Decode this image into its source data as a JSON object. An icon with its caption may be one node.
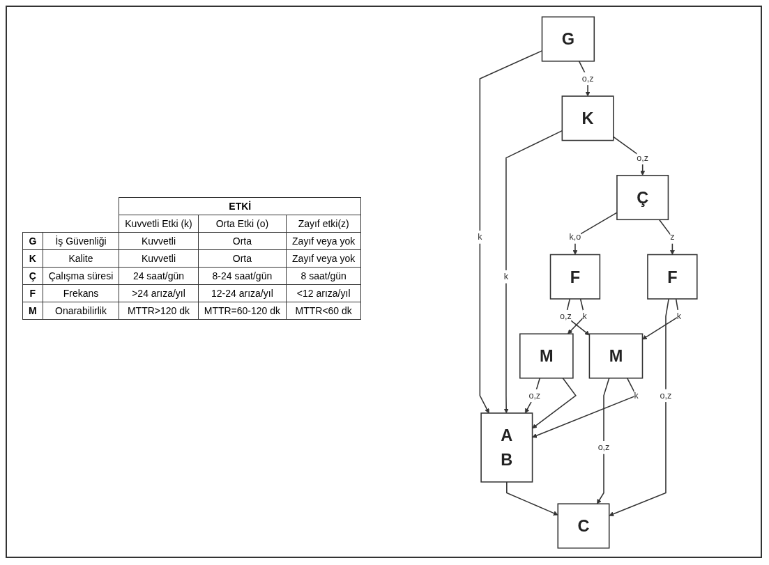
{
  "diagram": {
    "nodes": [
      {
        "text": [
          "G"
        ]
      },
      {
        "text": [
          "K"
        ]
      },
      {
        "text": [
          "Ç"
        ]
      },
      {
        "text": [
          "F"
        ]
      },
      {
        "text": [
          "F"
        ]
      },
      {
        "text": [
          "M"
        ]
      },
      {
        "text": [
          "M"
        ]
      },
      {
        "text": [
          "A",
          "B"
        ]
      },
      {
        "text": [
          "C"
        ]
      }
    ],
    "edges": [
      {
        "from": 0,
        "to": 7,
        "arrow": "to",
        "label": "k"
      },
      {
        "from": 0,
        "to": 1,
        "arrow": "to",
        "label": "o,z"
      },
      {
        "from": 1,
        "to": 7,
        "arrow": "to",
        "label": "k"
      },
      {
        "from": 1,
        "to": 2,
        "arrow": "to",
        "label": "o,z"
      },
      {
        "from": 2,
        "to": 4,
        "arrow": "to",
        "label": "k,o"
      },
      {
        "from": 2,
        "to": 3,
        "arrow": "to",
        "label": "z"
      },
      {
        "from": 3,
        "to": 8,
        "arrow": "to",
        "label": "o,z"
      },
      {
        "from": 3,
        "to": 5,
        "arrow": "to",
        "label": "k"
      },
      {
        "from": 4,
        "to": 5,
        "arrow": "to",
        "label": "o,z"
      },
      {
        "from": 4,
        "to": 6,
        "arrow": "to",
        "label": "k"
      },
      {
        "from": 5,
        "to": 8,
        "arrow": "to",
        "label": "o,z"
      },
      {
        "from": 5,
        "to": 7,
        "arrow": "to",
        "label": "k"
      },
      {
        "from": 6,
        "to": 7,
        "arrow": "to",
        "label": "o,z"
      },
      {
        "from": 6,
        "to": 7,
        "arrow": "to"
      },
      {
        "from": 7,
        "to": 8,
        "arrow": "to"
      }
    ],
    "labels": [
      "ETKİ",
      "Kuvvetli Etki (k)",
      "Orta Etki (o)",
      "Zayıf etki(z)",
      "G",
      "İş Güvenliği",
      "Kuvvetli",
      "Orta",
      "Zayıf veya yok",
      "K",
      "Kalite",
      "Kuvvetli",
      "Orta",
      "Zayıf veya yok",
      "Ç",
      "Çalışma süresi",
      "24 saat/gün",
      "8-24 saat/gün",
      "8 saat/gün",
      "F",
      "Frekans",
      ">24 arıza/yıl",
      "12-24 arıza/yıl",
      "<12 arıza/yıl",
      "M",
      "Onarabilirlik",
      "MTTR>120 dk",
      "MTTR=60-120 dk",
      "MTTR<60 dk"
    ]
  }
}
